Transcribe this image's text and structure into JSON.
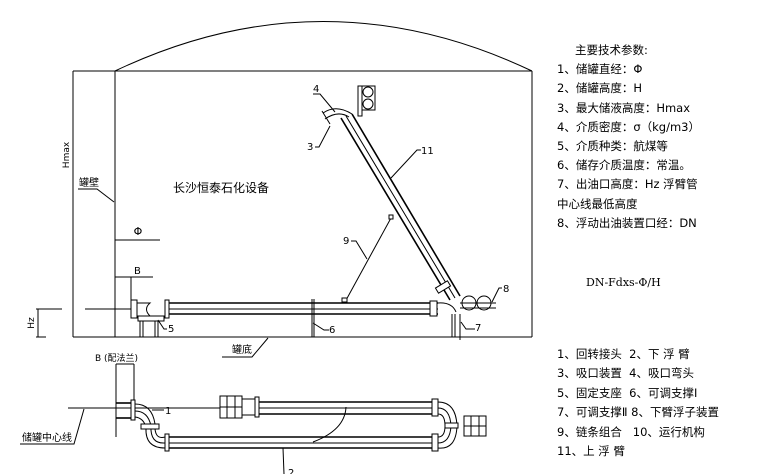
{
  "drawing": {
    "company_label": "长沙恒泰石化设备",
    "dimension_labels": {
      "hmax": "Hmax",
      "phi": "Φ",
      "b": "B",
      "hz": "Hz",
      "b_flange": "B (配法兰)"
    },
    "annotations": {
      "tank_wall": "罐壁",
      "tank_bottom": "罐底",
      "tank_centerline": "储罐中心线"
    },
    "callouts": [
      "1",
      "2",
      "3",
      "4",
      "5",
      "6",
      "7",
      "8",
      "9",
      "11"
    ]
  },
  "parameters": {
    "title": "主要技术参数:",
    "items": [
      "1、储罐直经：Φ",
      "2、储罐高度：H",
      "3、最大储液高度：Hmax",
      "4、介质密度：σ（kg/m3）",
      "5、介质种类：航煤等",
      "6、储存介质温度：常温。",
      "7、出油口高度：Hz 浮臂管",
      "中心线最低高度",
      "8、浮动出油装置口经：DN"
    ]
  },
  "model_code": "DN-Fdxs-Φ/H",
  "legend": {
    "rows": [
      [
        "1、回转接头",
        "2、下 浮 臂"
      ],
      [
        "3、吸口装置",
        "4、吸口弯头"
      ],
      [
        "5、固定支座",
        "6、可调支撑Ⅰ"
      ],
      [
        "7、可调支撑Ⅱ",
        "8、下臂浮子装置"
      ],
      [
        "9、链条组合",
        "10、运行机构"
      ],
      [
        "11、上 浮 臂",
        ""
      ]
    ]
  }
}
